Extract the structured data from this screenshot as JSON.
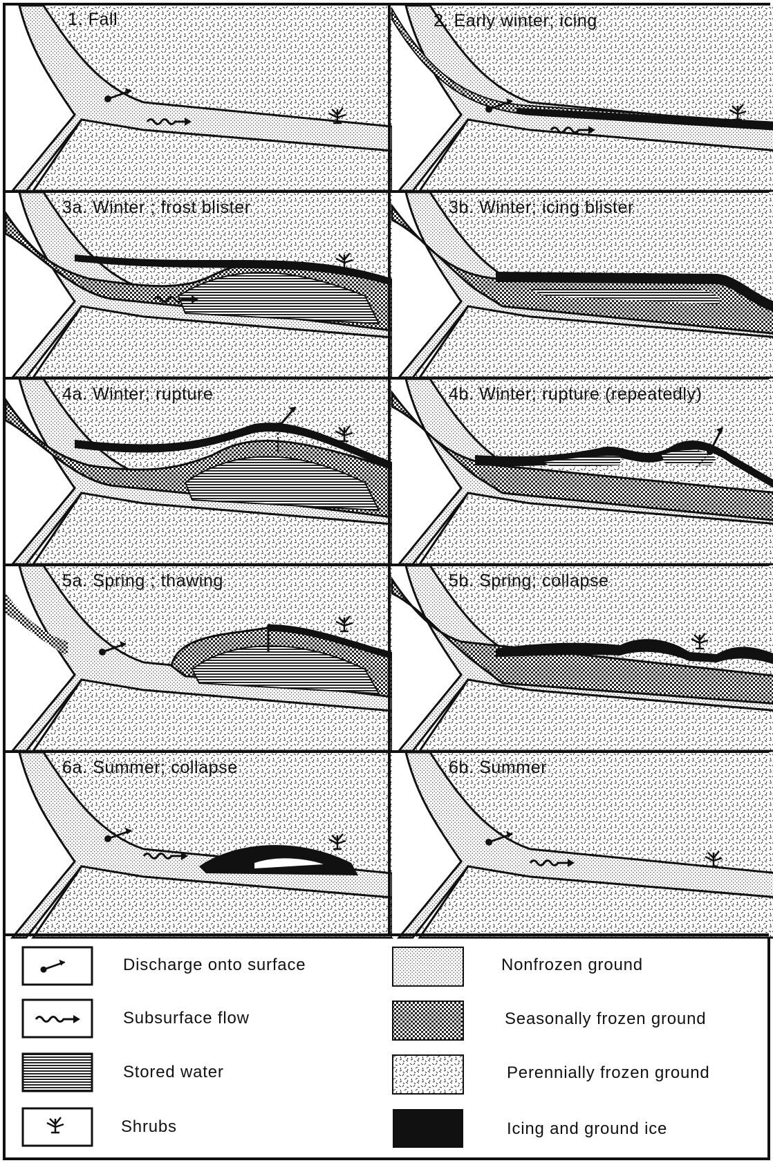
{
  "panels": [
    {
      "id": "p1",
      "label": "1. Fall"
    },
    {
      "id": "p2",
      "label": "2. Early winter; icing"
    },
    {
      "id": "p3a",
      "label": "3a. Winter ;   frost blister"
    },
    {
      "id": "p3b",
      "label": "3b. Winter; icing blister"
    },
    {
      "id": "p4a",
      "label": "4a. Winter; rupture"
    },
    {
      "id": "p4b",
      "label": "4b. Winter; rupture (repeatedly)"
    },
    {
      "id": "p5a",
      "label": "5a. Spring ; thawing"
    },
    {
      "id": "p5b",
      "label": "5b. Spring; collapse"
    },
    {
      "id": "p6a",
      "label": "6a. Summer; collapse"
    },
    {
      "id": "p6b",
      "label": "6b. Summer"
    }
  ],
  "legend": {
    "left": [
      {
        "icon": "discharge-icon",
        "label": "Discharge onto surface"
      },
      {
        "icon": "subsurface-flow-icon",
        "label": "Subsurface flow"
      },
      {
        "icon": "stored-water-swatch",
        "label": "Stored water"
      },
      {
        "icon": "shrub-icon",
        "label": "Shrubs"
      }
    ],
    "right": [
      {
        "icon": "nonfrozen-swatch",
        "label": "Nonfrozen  ground"
      },
      {
        "icon": "seasonally-frozen-swatch",
        "label": "Seasonally frozen ground"
      },
      {
        "icon": "perennially-frozen-swatch",
        "label": "Perennially frozen ground"
      },
      {
        "icon": "icing-swatch",
        "label": "Icing and ground ice"
      }
    ]
  },
  "colors": {
    "ink": "#111111",
    "paper": "#ffffff"
  }
}
